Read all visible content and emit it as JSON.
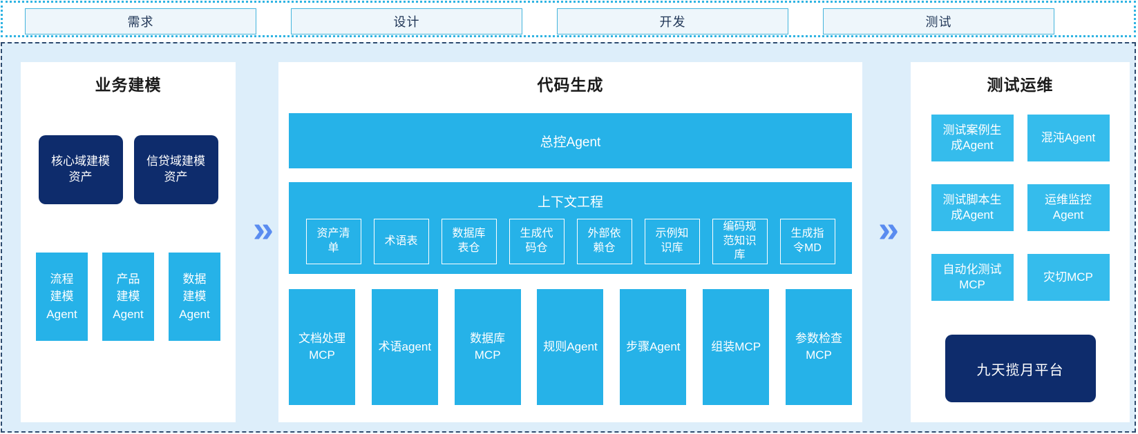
{
  "palette": {
    "cyan_primary": "#26b2e8",
    "cyan_light": "#35bcec",
    "navy_dark": "#0e2c6c",
    "chevron_blue": "#5a8cf0",
    "canvas_blue": "#ddeefa",
    "strip_border": "#2fb3e2",
    "main_border": "#2c4a6e",
    "phase_fill": "#eef6fb"
  },
  "top_bar": {
    "phases": [
      {
        "label": "需求"
      },
      {
        "label": "设计"
      },
      {
        "label": "开发"
      },
      {
        "label": "测试"
      }
    ]
  },
  "arrows": {
    "chevron": "»"
  },
  "sections": {
    "business_modeling": {
      "title": "业务建模",
      "asset_boxes": [
        "核心域建模\n资产",
        "信贷域建模\n资产"
      ],
      "agent_boxes": [
        "流程\n建模\nAgent",
        "产品\n建模\nAgent",
        "数据\n建模\nAgent"
      ]
    },
    "code_generation": {
      "title": "代码生成",
      "master_agent": "总控Agent",
      "context_engineering": {
        "title": "上下文工程",
        "items": [
          "资产清\n单",
          "术语表",
          "数据库\n表仓",
          "生成代\n码仓",
          "外部依\n赖仓",
          "示例知\n识库",
          "编码规\n范知识\n库",
          "生成指\n令MD"
        ]
      },
      "tool_boxes": [
        "文档处理\nMCP",
        "术语agent",
        "数据库\nMCP",
        "规则Agent",
        "步骤Agent",
        "组装MCP",
        "参数检查\nMCP"
      ]
    },
    "test_ops": {
      "title": "测试运维",
      "boxes": [
        "测试案例生\n成Agent",
        "混沌Agent",
        "测试脚本生\n成Agent",
        "运维监控\nAgent",
        "自动化测试\nMCP",
        "灾切MCP"
      ],
      "platform": "九天揽月平台"
    }
  }
}
